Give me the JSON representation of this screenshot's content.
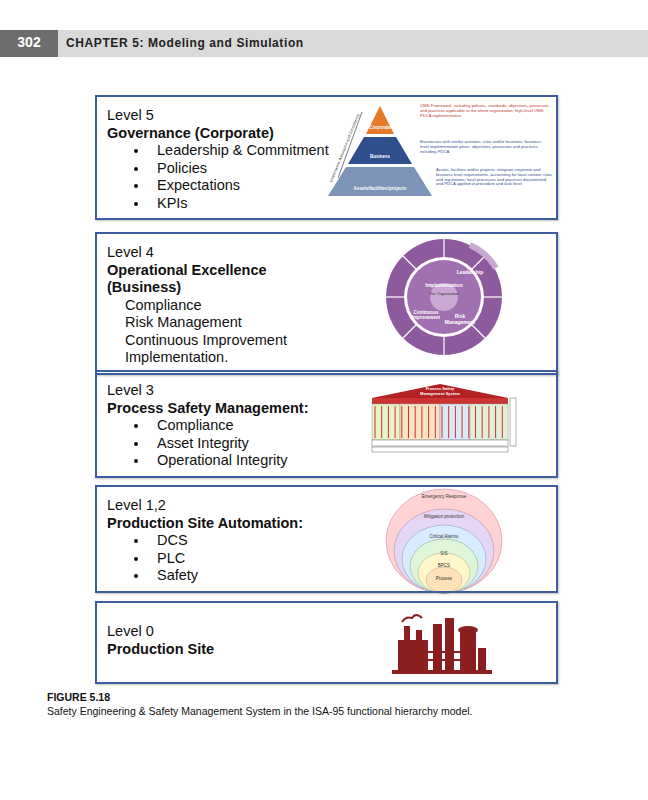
{
  "diagram": {
    "caption": "Safety Engineering & Safety Management System in the ISA-95 functional hierarchy model.",
    "nodes": [
      {
        "text": [
          "Level 5",
          "Governance (Corporate)",
          "Leadership & Commitment",
          "Policies",
          "Expectations",
          "KPIs"
        ]
      },
      {
        "text": [
          "Level 4",
          "Operational Excellence (Business)",
          "Compliance",
          "Risk Management",
          "Continuous Improvement",
          "Implementation."
        ]
      },
      {
        "text": [
          "Level 3",
          "Process Safety Management:",
          "Compliance",
          "Asset Integrity",
          "Operational Integrity"
        ]
      },
      {
        "text": [
          "Level 1,2",
          "Production Site Automation:",
          "DCS",
          "PLC",
          "Safety"
        ]
      },
      {
        "text": [
          "Level 0",
          "Production Site"
        ]
      }
    ],
    "labels": [
      "302",
      "CHAPTER 5: Modeling and Simulation",
      "Corporate",
      "Business",
      "Assets/facilities/projects",
      "OMS Framework, including policies, standards, objectives, processes and practices applicable to the whole organization; high-level OMS PDCA implementation",
      "Businesses with similar activities, risks and/or locations; business level implementation plans, objectives, processes and practices including PDCA",
      "Assets, facilities and/or projects: integrate corporate and business level requirements, accounting for local context, risks and regulations; local processes and practices documented and PDCA applied at procedure and task level",
      "Implementation",
      "Leadership",
      "Risk Management",
      "Continuous Improvement",
      "The Organization",
      "Process Safety Management System",
      "Emergency Response",
      "Mitigation protection",
      "Critical Alarms",
      "SIS",
      "BPCS",
      "Process",
      "FIGURE 5.18",
      "Governance, Assurance and Consistency"
    ]
  }
}
